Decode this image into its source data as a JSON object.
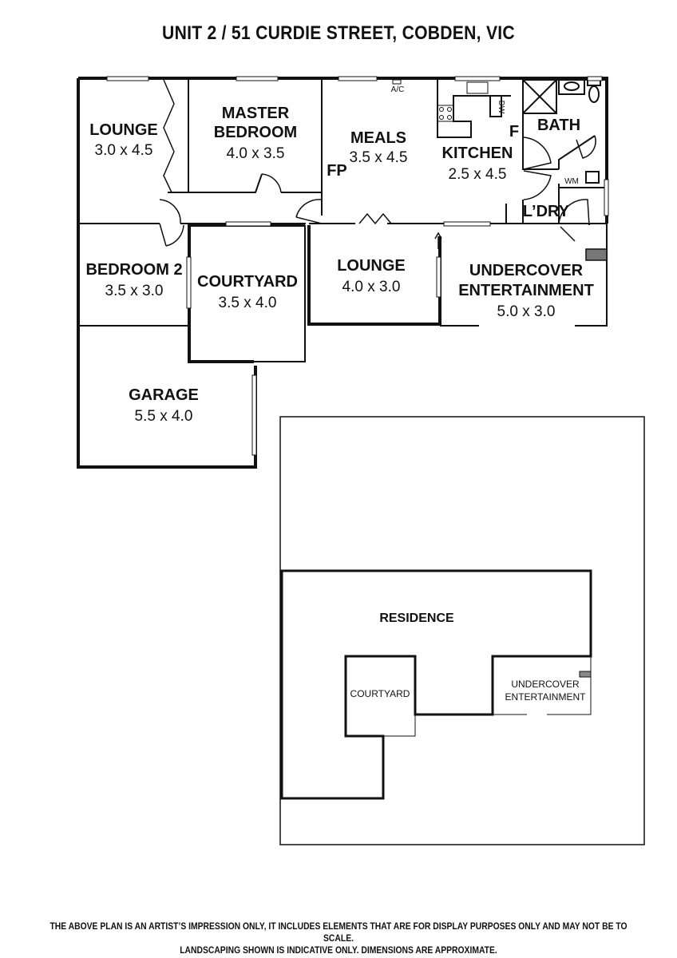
{
  "title": "UNIT 2 / 51 CURDIE STREET, COBDEN, VIC",
  "rooms": {
    "lounge_1": {
      "name": "LOUNGE",
      "dims": "3.0 x 4.5"
    },
    "master_bedroom": {
      "name_line1": "MASTER",
      "name_line2": "BEDROOM",
      "dims": "4.0 x 3.5"
    },
    "meals": {
      "name": "MEALS",
      "dims": "3.5 x 4.5"
    },
    "kitchen": {
      "name": "KITCHEN",
      "dims": "2.5 x 4.5"
    },
    "bath": {
      "name": "BATH"
    },
    "laundry": {
      "name": "L’DRY"
    },
    "bedroom_2": {
      "name": "BEDROOM 2",
      "dims": "3.5 x 3.0"
    },
    "courtyard": {
      "name": "COURTYARD",
      "dims": "3.5 x 4.0"
    },
    "lounge_2": {
      "name": "LOUNGE",
      "dims": "4.0 x 3.0"
    },
    "undercover_entertainment": {
      "name_line1": "UNDERCOVER",
      "name_line2": "ENTERTAINMENT",
      "dims": "5.0 x 3.0"
    },
    "garage": {
      "name": "GARAGE",
      "dims": "5.5 x 4.0"
    }
  },
  "fixtures": {
    "ac": "A/C",
    "dw": "DW",
    "fridge": "F",
    "fireplace": "FP",
    "wm": "WM"
  },
  "site_plan": {
    "residence": "RESIDENCE",
    "courtyard": "COURTYARD",
    "undercover_line1": "UNDERCOVER",
    "undercover_line2": "ENTERTAINMENT"
  },
  "disclaimer": {
    "line1": "THE ABOVE PLAN IS AN ARTIST’S IMPRESSION ONLY, IT INCLUDES ELEMENTS THAT ARE FOR DISPLAY PURPOSES ONLY AND MAY NOT BE TO SCALE.",
    "line2": "LANDSCAPING SHOWN IS INDICATIVE ONLY. DIMENSIONS ARE APPROXIMATE."
  }
}
